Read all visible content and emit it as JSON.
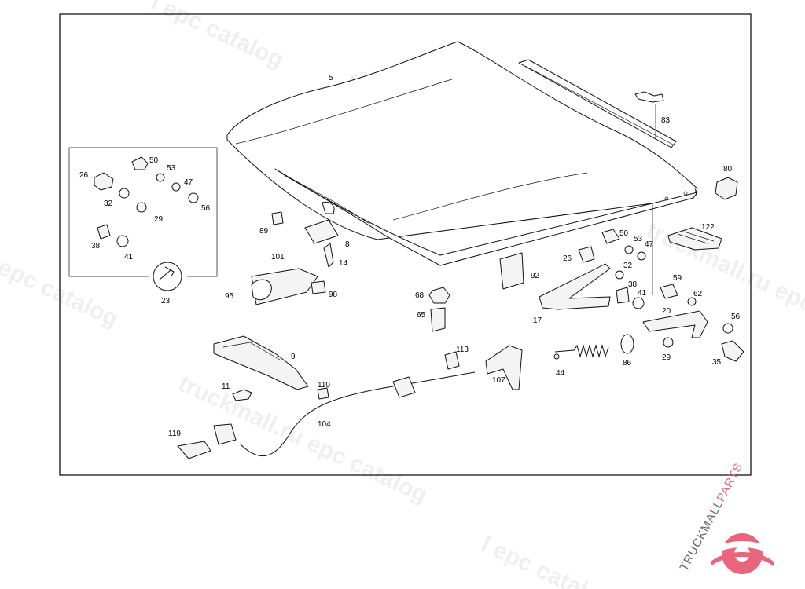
{
  "diagram": {
    "labels": {
      "p5": "5",
      "p83": "83",
      "p80": "80",
      "p122": "122",
      "p26a": "26",
      "p50a": "50",
      "p53a": "53",
      "p47a": "47",
      "p32a": "32",
      "p29a": "29",
      "p56a": "56",
      "p38a": "38",
      "p41a": "41",
      "p23": "23",
      "p89": "89",
      "p8": "8",
      "p14": "14",
      "p101": "101",
      "p95": "95",
      "p98": "98",
      "p9": "9",
      "p11": "11",
      "p110": "110",
      "p104": "104",
      "p119": "119",
      "p68": "68",
      "p65": "65",
      "p113": "113",
      "p107": "107",
      "p92": "92",
      "p26b": "26",
      "p50b": "50",
      "p53b": "53",
      "p47b": "47",
      "p32b": "32",
      "p17": "17",
      "p38b": "38",
      "p41b": "41",
      "p59": "59",
      "p62": "62",
      "p20": "20",
      "p56b": "56",
      "p29b": "29",
      "p35": "35",
      "p86": "86",
      "p44": "44"
    },
    "watermark_text": "truckmall.ru epc catalog",
    "watermark_short": "l epc catalog"
  },
  "logo": {
    "text_main": "TRUCKMALL",
    "text_accent": "PARTS",
    "accent_color": "#e8657b",
    "text_color": "#6a6a6a"
  }
}
